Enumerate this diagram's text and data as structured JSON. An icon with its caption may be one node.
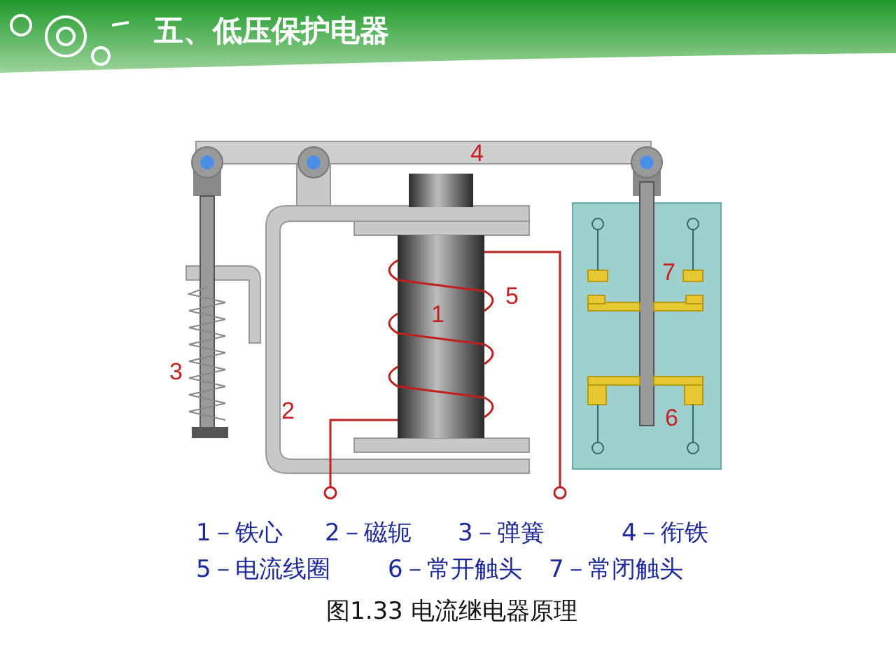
{
  "diagram": {
    "title": "五、低压保护电器",
    "caption": "图1.33 电流继电器原理",
    "labels": [
      "4",
      "7",
      "5",
      "1",
      "3",
      "2",
      "6",
      "1－铁心",
      "2－磁轭",
      "3－弹簧",
      "4－衔铁",
      "5－电流线圈",
      "6－常开触头",
      "7－常闭触头"
    ]
  }
}
